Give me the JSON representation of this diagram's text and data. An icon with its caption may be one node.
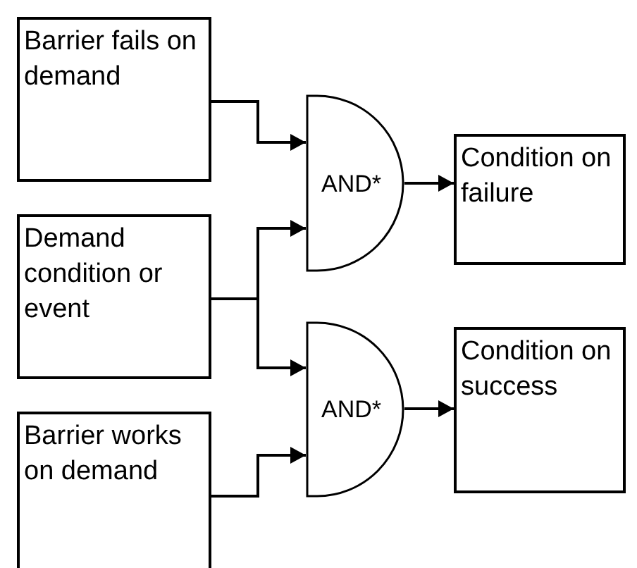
{
  "diagram": {
    "nodes": [
      {
        "text": [
          "Barrier fails on demand"
        ]
      },
      {
        "text": [
          "Demand condition or event"
        ]
      },
      {
        "text": [
          "Barrier works on demand"
        ]
      },
      {
        "text": [
          "AND*"
        ]
      },
      {
        "text": [
          "Condition on failure"
        ]
      },
      {
        "text": [
          "AND*"
        ]
      },
      {
        "text": [
          "Condition on success"
        ]
      }
    ],
    "edges": [
      {
        "from": 0,
        "to": 3,
        "arrow": "to"
      },
      {
        "from": 1,
        "to": 3,
        "arrow": "to"
      },
      {
        "from": 3,
        "to": 4,
        "arrow": "to"
      },
      {
        "from": 1,
        "to": 5,
        "arrow": "to"
      },
      {
        "from": 2,
        "to": 5,
        "arrow": "to"
      },
      {
        "from": 5,
        "to": 6,
        "arrow": "to"
      }
    ]
  }
}
